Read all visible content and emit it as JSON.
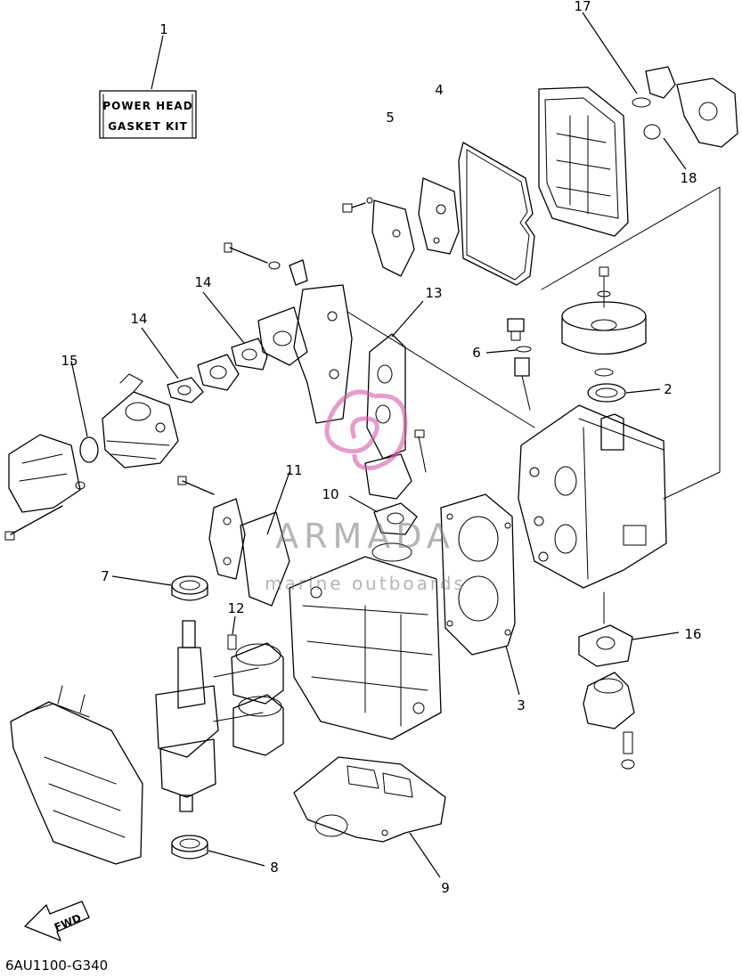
{
  "diagram": {
    "kit_box": {
      "line1": "POWER HEAD",
      "line2": "GASKET KIT"
    },
    "callouts": [
      "1",
      "2",
      "3",
      "4",
      "5",
      "6",
      "7",
      "8",
      "9",
      "10",
      "11",
      "12",
      "13",
      "14",
      "14",
      "15",
      "16",
      "17",
      "18"
    ],
    "fwd_label": "FWD",
    "part_code": "6AU1100-G340",
    "watermark": {
      "brand": "ARMADA",
      "sub": "marine outboards"
    }
  }
}
